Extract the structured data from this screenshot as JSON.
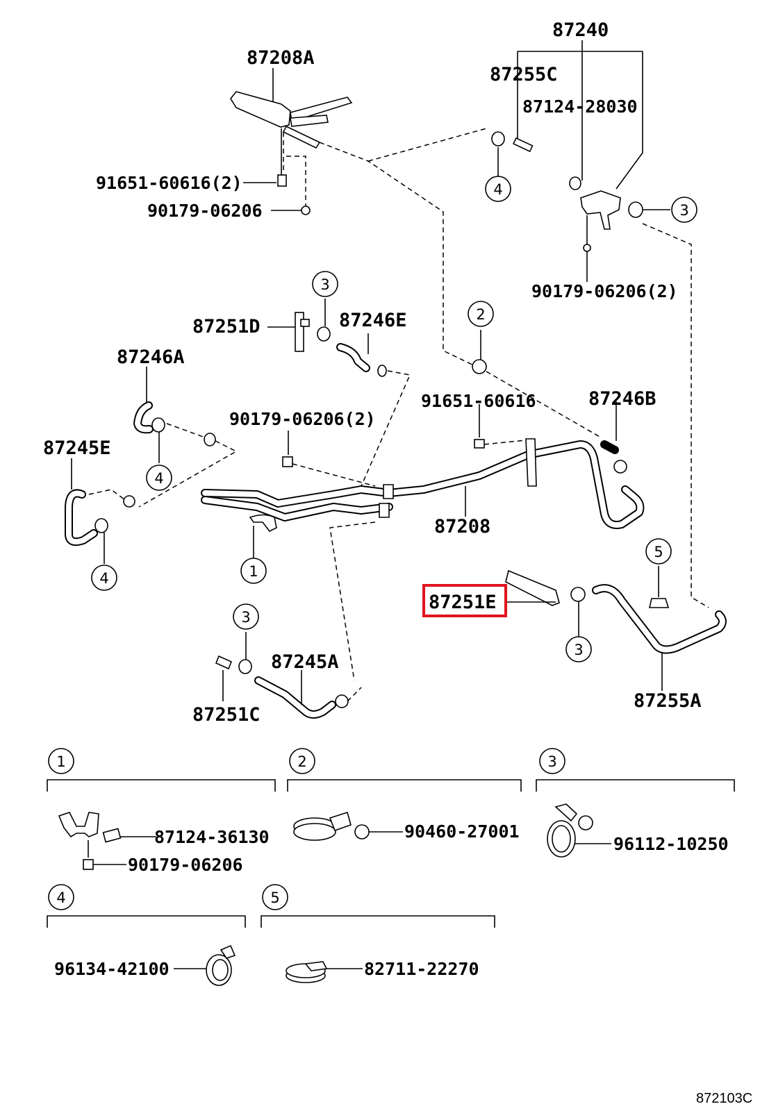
{
  "labels": {
    "p87240": "87240",
    "p87255C": "87255C",
    "p87124_28030": "87124-28030",
    "p87208A": "87208A",
    "p91651_60616_2": "91651-60616(2)",
    "p90179_06206_a": "90179-06206",
    "p90179_06206_2_top": "90179-06206(2)",
    "p87251D": "87251D",
    "p87246E": "87246E",
    "p87246A": "87246A",
    "p91651_60616": "91651-60616",
    "p87246B": "87246B",
    "p90179_06206_2_mid": "90179-06206(2)",
    "p87245E": "87245E",
    "p87208": "87208",
    "p87251E": "87251E",
    "p87245A": "87245A",
    "p87251C": "87251C",
    "p87255A": "87255A"
  },
  "callouts": {
    "c4_top": "4",
    "c3_top": "3",
    "c3_mid": "3",
    "c2_mid": "2",
    "c4_left": "4",
    "c4_bottom_left": "4",
    "c1_mid": "1",
    "c5_mid": "5",
    "c3_low": "3",
    "c3_lower": "3"
  },
  "legend": {
    "g1": {
      "num": "1",
      "parts": [
        "87124-36130",
        "90179-06206"
      ]
    },
    "g2": {
      "num": "2",
      "parts": [
        "90460-27001"
      ]
    },
    "g3": {
      "num": "3",
      "parts": [
        "96112-10250"
      ]
    },
    "g4": {
      "num": "4",
      "parts": [
        "96134-42100"
      ]
    },
    "g5": {
      "num": "5",
      "parts": [
        "82711-22270"
      ]
    }
  },
  "highlight": {
    "color": "#e0141e",
    "target": "87251E"
  },
  "diagram_code": "872103C"
}
